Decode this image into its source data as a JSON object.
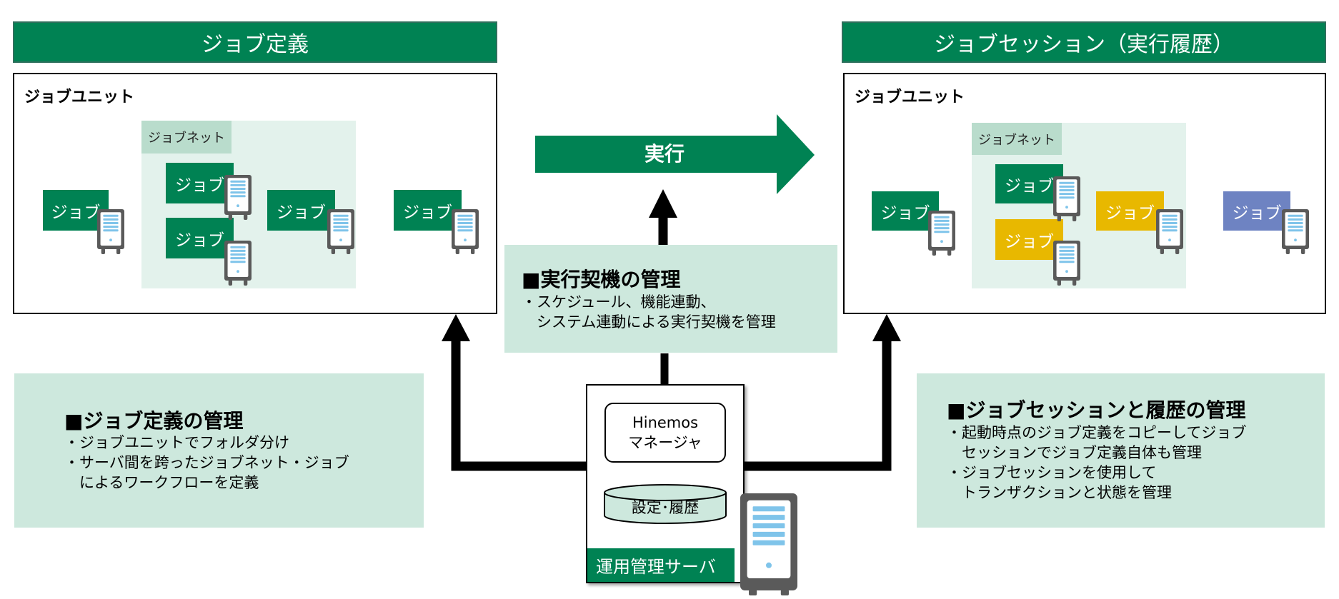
{
  "left_section": {
    "header": "ジョブ定義",
    "unit_title": "ジョブユニット",
    "net_label": "ジョブネット",
    "jobs": [
      "ジョブ",
      "ジョブ",
      "ジョブ",
      "ジョブ",
      "ジョブ"
    ]
  },
  "right_section": {
    "header": "ジョブセッション（実行履歴）",
    "unit_title": "ジョブユニット",
    "net_label": "ジョブネット",
    "jobs": [
      "ジョブ",
      "ジョブ",
      "ジョブ",
      "ジョブ",
      "ジョブ"
    ]
  },
  "execute_label": "実行",
  "trigger_box": {
    "title": "■実行契機の管理",
    "lines": [
      "・スケジュール、機能連動、",
      "　システム連動による実行契機を管理"
    ]
  },
  "job_def_box": {
    "title": "■ジョブ定義の管理",
    "lines": [
      "・ジョブユニットでフォルダ分け",
      "・サーバ間を跨ったジョブネット・ジョブ",
      "　によるワークフローを定義"
    ]
  },
  "session_box": {
    "title": "■ジョブセッションと履歴の管理",
    "lines": [
      "・起動時点のジョブ定義をコピーしてジョブ",
      "　セッションでジョブ定義自体も管理",
      "・ジョブセッションを使用して",
      "　トランザクションと状態を管理"
    ]
  },
  "manager_server": {
    "manager_label_1": "Hinemos",
    "manager_label_2": "マネージャ",
    "db_label": "設定･履歴",
    "server_label": "運用管理サーバ"
  },
  "colors": {
    "green": "#008253",
    "light_green": "#cde8dd",
    "yellow": "#e8b800",
    "blue": "#6e83c2"
  },
  "icons": [
    "server-icon",
    "database-icon",
    "arrow-icon"
  ]
}
